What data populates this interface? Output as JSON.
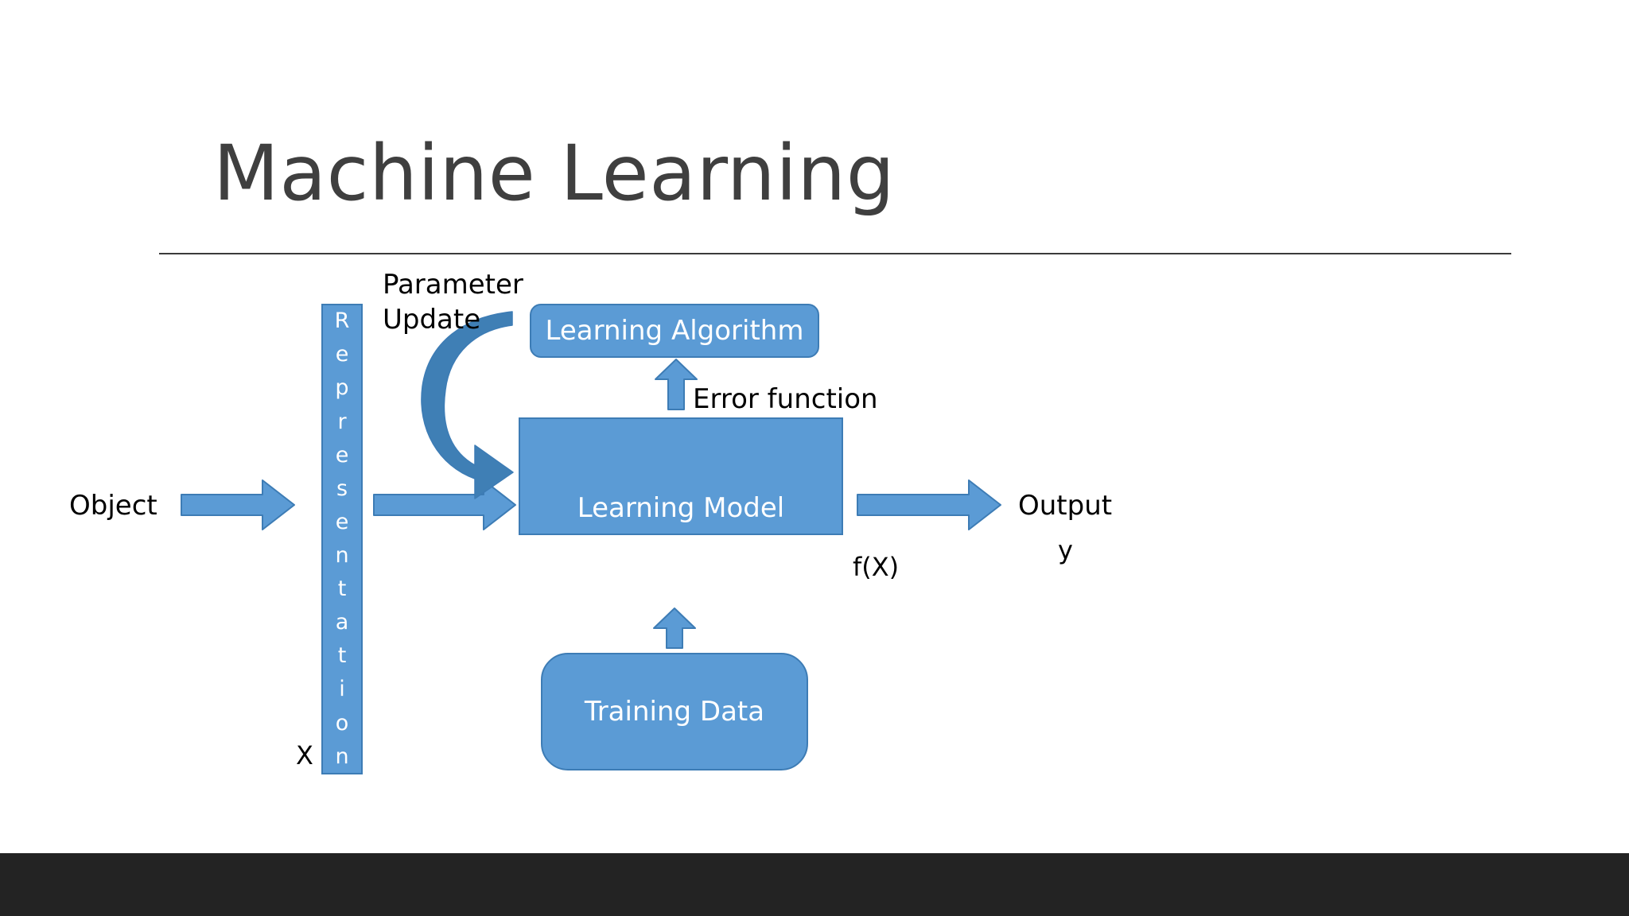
{
  "slide": {
    "title": "Machine Learning",
    "background_color": "#ffffff",
    "title_color": "#3f3f3f",
    "rule_color": "#3a3a3a",
    "footer_band_color": "#232323"
  },
  "theme": {
    "shape_fill": "#5b9bd5",
    "shape_border": "#3d7cb5",
    "shape_text": "#ffffff",
    "label_text": "#000000"
  },
  "diagram": {
    "type": "flow-diagram",
    "nodes": [
      {
        "id": "representation",
        "label": "Representation",
        "orientation": "vertical-stacked",
        "shape": "rectangle"
      },
      {
        "id": "learning-algorithm",
        "label": "Learning Algorithm",
        "shape": "rounded-rectangle"
      },
      {
        "id": "learning-model",
        "label": "Learning Model",
        "shape": "rectangle"
      },
      {
        "id": "training-data",
        "label": "Training Data",
        "shape": "rounded-rectangle"
      }
    ],
    "labels": {
      "parameter_update_line1": "Parameter",
      "parameter_update_line2": "Update",
      "error_function": "Error function",
      "object": "Object",
      "representation_variable": "X",
      "model_output_function": "f(X)",
      "output": "Output",
      "output_variable": "y"
    },
    "edges": [
      {
        "id": "object-to-representation",
        "from": "Object",
        "to": "Representation",
        "style": "block-arrow",
        "direction": "right"
      },
      {
        "id": "representation-to-model",
        "from": "Representation",
        "to": "Learning Model",
        "style": "block-arrow",
        "direction": "right"
      },
      {
        "id": "model-to-output",
        "from": "Learning Model",
        "to": "Output",
        "style": "block-arrow",
        "direction": "right",
        "label": "f(X)"
      },
      {
        "id": "model-to-algorithm",
        "from": "Learning Model",
        "to": "Learning Algorithm",
        "style": "block-arrow",
        "direction": "up",
        "label": "Error function"
      },
      {
        "id": "training-to-model",
        "from": "Training Data",
        "to": "Learning Model",
        "style": "block-arrow",
        "direction": "up"
      },
      {
        "id": "algorithm-to-model",
        "from": "Learning Algorithm",
        "to": "Learning Model",
        "style": "curved-block-arrow",
        "direction": "counter-clockwise",
        "label": "Parameter Update"
      }
    ],
    "representation_letters": [
      "R",
      "e",
      "p",
      "r",
      "e",
      "s",
      "e",
      "n",
      "t",
      "a",
      "t",
      "i",
      "o",
      "n"
    ]
  }
}
